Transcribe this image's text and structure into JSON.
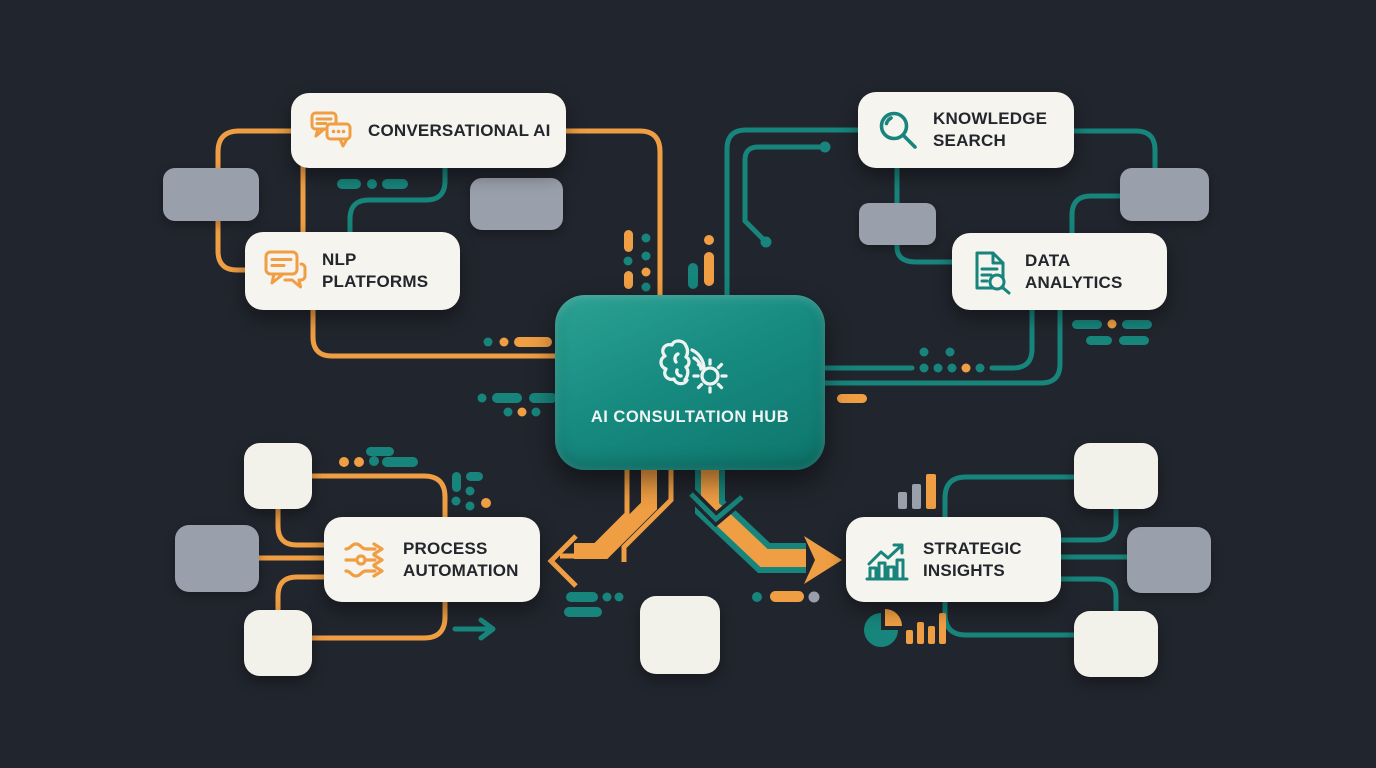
{
  "diagram": {
    "hub": {
      "label": "AI CONSULTATION HUB",
      "icon": "brain-gear-icon"
    },
    "nodes": [
      {
        "id": "conversational-ai",
        "label": "CONVERSATIONAL AI",
        "icon": "chat-bubbles-icon",
        "accent": "#f09e43"
      },
      {
        "id": "nlp-platforms",
        "label": "NLP PLATFORMS",
        "icon": "speech-bubble-icon",
        "accent": "#f09e43"
      },
      {
        "id": "knowledge-search",
        "label": "KNOWLEDGE SEARCH",
        "icon": "magnifier-icon",
        "accent": "#17857c"
      },
      {
        "id": "data-analytics",
        "label": "DATA ANALYTICS",
        "icon": "document-search-icon",
        "accent": "#17857c"
      },
      {
        "id": "process-automation",
        "label": "PROCESS AUTOMATION",
        "icon": "flow-arrows-icon",
        "accent": "#f09e43"
      },
      {
        "id": "strategic-insights",
        "label": "STRATEGIC INSIGHTS",
        "icon": "growth-chart-icon",
        "accent": "#17857c"
      }
    ],
    "colors": {
      "background": "#21252d",
      "teal": "#17857c",
      "orange": "#f09e43",
      "card": "#f5f4ee",
      "placeholder_gray": "#9aa0ab",
      "tile_white": "#f2f1ea",
      "hub_teal_light": "#2ba193",
      "hub_teal_dark": "#0d756b",
      "text_dark": "#23262c",
      "text_light": "#eef4f2"
    }
  }
}
